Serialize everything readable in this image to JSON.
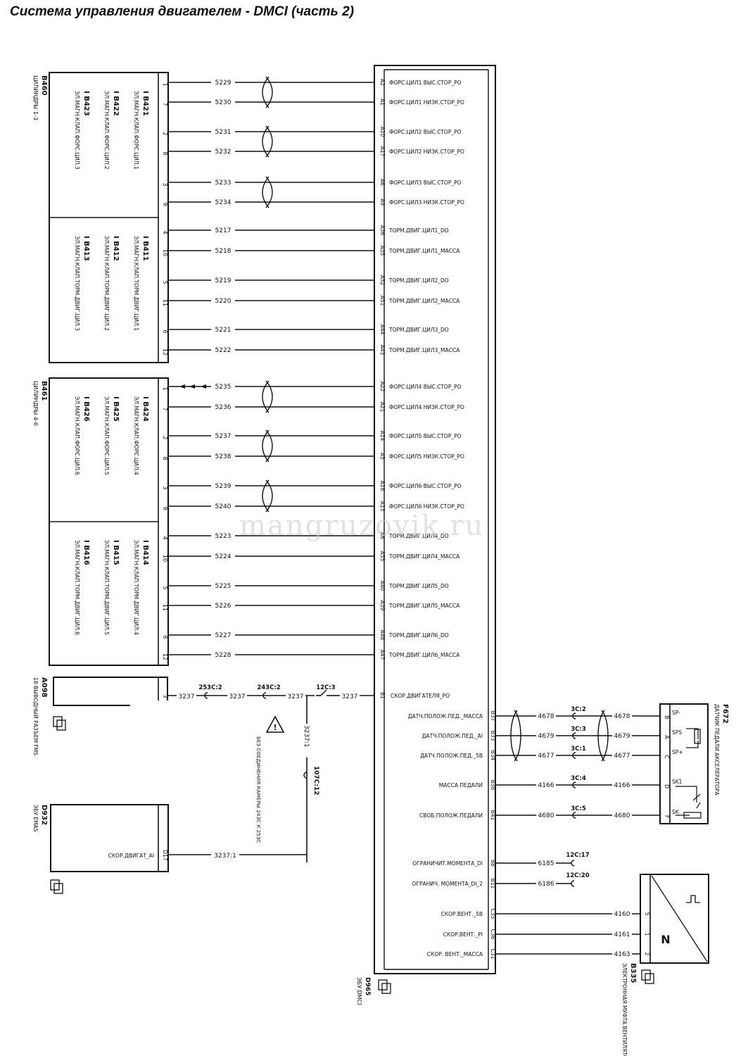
{
  "title": "Система управления двигателем - DMCI (часть 2)",
  "watermark": "mangruzovik.ru",
  "ecu": {
    "id": "D965",
    "name": "ЭБУ DMCI"
  },
  "blocks": [
    {
      "id": "B460",
      "name": "ЦИЛИНДРЫ 1-3",
      "groups": [
        {
          "items": [
            [
              "B421",
              "ЭЛ.МАГН.КЛАП.ФОРС.ЦИЛ.1"
            ],
            [
              "B422",
              "ЭЛ.МАГН.КЛАП.ФОРС.ЦИЛ.2"
            ],
            [
              "B423",
              "ЭЛ.МАГН.КЛАП.ФОРС.ЦИЛ.3"
            ]
          ]
        },
        {
          "items": [
            [
              "B411",
              "ЭЛ.МАГН.КЛАП.ТОРМ.ДВИГ.ЦИЛ.1"
            ],
            [
              "B412",
              "ЭЛ.МАГН.КЛАП.ТОРМ.ДВИГ.ЦИЛ.2"
            ],
            [
              "B413",
              "ЭЛ.МАГН.КЛАП.ТОРМ.ДВИГ.ЦИЛ.3"
            ]
          ]
        }
      ]
    },
    {
      "id": "B461",
      "name": "ЦИЛИНДРЫ 4-6",
      "groups": [
        {
          "items": [
            [
              "B424",
              "ЭЛ.МАГН.КЛАП.ФОРС.ЦИЛ.4"
            ],
            [
              "B425",
              "ЭЛ.МАГН.КЛАП.ФОРС.ЦИЛ.5"
            ],
            [
              "B426",
              "ЭЛ.МАГН.КЛАП.ФОРС.ЦИЛ.6"
            ]
          ]
        },
        {
          "items": [
            [
              "B414",
              "ЭЛ.МАГН.КЛАП.ТОРМ.ДВИГ.ЦИЛ.4"
            ],
            [
              "B415",
              "ЭЛ.МАГН.КЛАП.ТОРМ.ДВИГ.ЦИЛ.5"
            ],
            [
              "B416",
              "ЭЛ.МАГН.КЛАП.ТОРМ.ДВИГ.ЦИЛ.6"
            ]
          ]
        }
      ]
    }
  ],
  "wires": [
    {
      "pin": "1",
      "wire": "5229",
      "ecu_pin": "A2",
      "label": "ФОРС.ЦИЛ1 ВЫС.СТОР_РО",
      "twist": true
    },
    {
      "pin": "7",
      "wire": "5230",
      "ecu_pin": "A1",
      "label": "ФОРС.ЦИЛ1 НИЗК.СТОР_РО"
    },
    {
      "pin": "2",
      "wire": "5231",
      "ecu_pin": "A10",
      "label": "ФОРС.ЦИЛ2 ВЫС.СТОР_РО",
      "twist": true
    },
    {
      "pin": "8",
      "wire": "5232",
      "ecu_pin": "A17",
      "label": "ФОРС.ЦИЛ2 НИЗК.СТОР_РО"
    },
    {
      "pin": "3",
      "wire": "5233",
      "ecu_pin": "A6",
      "label": "ФОРС.ЦИЛ3 ВЫС.СТОР_РО",
      "twist": true
    },
    {
      "pin": "9",
      "wire": "5234",
      "ecu_pin": "A9",
      "label": "ФОРС.ЦИЛ3 НИЗК.СТОР_РО"
    },
    {
      "pin": "4",
      "wire": "5217",
      "ecu_pin": "A36",
      "label": "ТОРМ.ДВИГ.ЦИЛ1_DO"
    },
    {
      "pin": "10",
      "wire": "5218",
      "ecu_pin": "A35",
      "label": "ТОРМ.ДВИГ.ЦИЛ1_МАССА"
    },
    {
      "pin": "5",
      "wire": "5219",
      "ecu_pin": "A52",
      "label": "ТОРМ.ДВИГ.ЦИЛ2_DO"
    },
    {
      "pin": "11",
      "wire": "5220",
      "ecu_pin": "A51",
      "label": "ТОРМ.ДВИГ.ЦИЛ2_МАССА"
    },
    {
      "pin": "6",
      "wire": "5221",
      "ecu_pin": "A44",
      "label": "ТОРМ.ДВИГ.ЦИЛ3_DO"
    },
    {
      "pin": "12",
      "wire": "5222",
      "ecu_pin": "A43",
      "label": "ТОРМ.ДВИГ.ЦИЛ3_МАССА"
    },
    {
      "pin": "1",
      "wire": "5235",
      "ecu_pin": "A22",
      "label": "ФОРС.ЦИЛ4 ВЫС.СТОР_РО",
      "twist": true
    },
    {
      "pin": "7",
      "wire": "5236",
      "ecu_pin": "A21",
      "label": "ФОРС.ЦИЛ4 НИЗК.СТОР_РО"
    },
    {
      "pin": "2",
      "wire": "5237",
      "ecu_pin": "A14",
      "label": "ФОРС.ЦИЛ5 ВЫС.СТОР_РО",
      "twist": true
    },
    {
      "pin": "8",
      "wire": "5238",
      "ecu_pin": "A5",
      "label": "ФОРС.ЦИЛ5 НИЗК.СТОР_РО"
    },
    {
      "pin": "3",
      "wire": "5239",
      "ecu_pin": "A18",
      "label": "ФОРС.ЦИЛ6 ВЫС.СТОР_РО",
      "twist": true
    },
    {
      "pin": "9",
      "wire": "5240",
      "ecu_pin": "A13",
      "label": "ФОРС.ЦИЛ6 НИЗК.СТОР_РО"
    },
    {
      "pin": "4",
      "wire": "5223",
      "ecu_pin": "A6",
      "label": "ТОРМ.ДВИГ.ЦИЛ4_DO"
    },
    {
      "pin": "10",
      "wire": "5224",
      "ecu_pin": "A55",
      "label": "ТОРМ.ДВИГ.ЦИЛ4_МАССА"
    },
    {
      "pin": "5",
      "wire": "5225",
      "ecu_pin": "A40",
      "label": "ТОРМ.ДВИГ.ЦИЛ5_DO"
    },
    {
      "pin": "11",
      "wire": "5226",
      "ecu_pin": "A39",
      "label": "ТОРМ.ДВИГ.ЦИЛ5_МАССА"
    },
    {
      "pin": "6",
      "wire": "5227",
      "ecu_pin": "A48",
      "label": "ТОРМ.ДВИГ.ЦИЛ6_DO"
    },
    {
      "pin": "12",
      "wire": "5228",
      "ecu_pin": "A47",
      "label": "ТОРМ.ДВИГ.ЦИЛ6_МАССА"
    }
  ],
  "speed": {
    "a098": {
      "id": "A098",
      "name": "18-ВЫВОДНЫЙ РАЗЪЕМ FMS",
      "pin": "3"
    },
    "wire": "3237",
    "connectors": [
      "253C:2",
      "243C:2",
      "12C:3"
    ],
    "ecu_pin": "B1",
    "label": "СКОР.ДВИГАТЕЛЯ_РО",
    "note": "БЕЗ СОЕДИНЕНИЯ КАМЕРЫ 243C К 253C",
    "branch_wire": "3237:1",
    "branch_connector": "107C:12",
    "d932": {
      "id": "D932",
      "name": "ЭБУ EMAS",
      "pin": "D17",
      "label": "СКОР.ДВИГАТ_AI"
    }
  },
  "pedal": {
    "id": "F672",
    "name": "ДАТЧИК ПЕДАЛИ АКСЕЛЕРАТОРА",
    "rows": [
      {
        "ecu_pin": "B37",
        "label": "ДАТЧ.ПОЛОЖ.ПЕД._МАССА",
        "wire": "4678",
        "conn": "3C:2",
        "pin": "B",
        "inner": "SP-"
      },
      {
        "ecu_pin": "B33",
        "label": "ДАТЧ.ПОЛОЖ.ПЕД._AI",
        "wire": "4679",
        "conn": "3C:3",
        "pin": "A",
        "inner": "SPS"
      },
      {
        "ecu_pin": "B34",
        "label": "ДАТЧ.ПОЛОЖ.ПЕД._5B",
        "wire": "4677",
        "conn": "3C:1",
        "pin": "C",
        "inner": "SP+"
      },
      {
        "ecu_pin": "B38",
        "label": "МАССА ПЕДАЛИ",
        "wire": "4166",
        "conn": "3C:4",
        "pin": "D",
        "inner": "SK1"
      },
      {
        "ecu_pin": "B41",
        "label": "СВОБ.ПОЛОЖ.ПЕДАЛИ",
        "wire": "4680",
        "conn": "3C:5",
        "pin": "F",
        "inner": "SK"
      }
    ]
  },
  "torque": [
    {
      "ecu_pin": "B8",
      "label": "ОГРАНИЧИТ.МОМЕНТА_DI",
      "wire": "6185",
      "conn": "12C:17"
    },
    {
      "ecu_pin": "B11",
      "label": "ОГРАНИЧ. МОМЕНТА_DI_2",
      "wire": "6186",
      "conn": "12C:20"
    }
  ],
  "fan": {
    "id": "B335",
    "name": "ЭЛЕКТРОННАЯ МУФТА ВЕНТИЛЯТОРА",
    "symbol": "N",
    "rows": [
      {
        "ecu_pin": "C35",
        "label": "СКОР.ВЕНТ._5B",
        "wire": "4160",
        "pin": "5"
      },
      {
        "ecu_pin": "C36",
        "label": "СКОР.ВЕНТ._PI",
        "wire": "4161",
        "pin": "1"
      },
      {
        "ecu_pin": "C31",
        "label": "СКОР. ВЕНТ._МАССА",
        "wire": "4163",
        "pin": "2"
      }
    ]
  }
}
